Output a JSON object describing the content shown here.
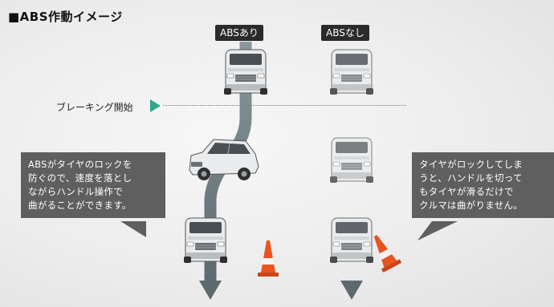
{
  "title": "■ABS作動イメージ",
  "labels": {
    "with_abs": "ABSあり",
    "without_abs": "ABSなし",
    "braking_start": "ブレーキング開始"
  },
  "callout_left": [
    "ABSがタイヤのロックを",
    "防ぐので、速度を落とし",
    "ながらハンドル操作で",
    "曲がることができます。"
  ],
  "callout_right": [
    "タイヤがロックしてしま",
    "うと、ハンドルを切って",
    "もタイヤが滑るだけで",
    "クルマは曲がりません。"
  ],
  "colors": {
    "track": "#6f7f86",
    "marker": "#2aa98a",
    "cone": "#e8541e",
    "callout": "#5f5f5f"
  }
}
